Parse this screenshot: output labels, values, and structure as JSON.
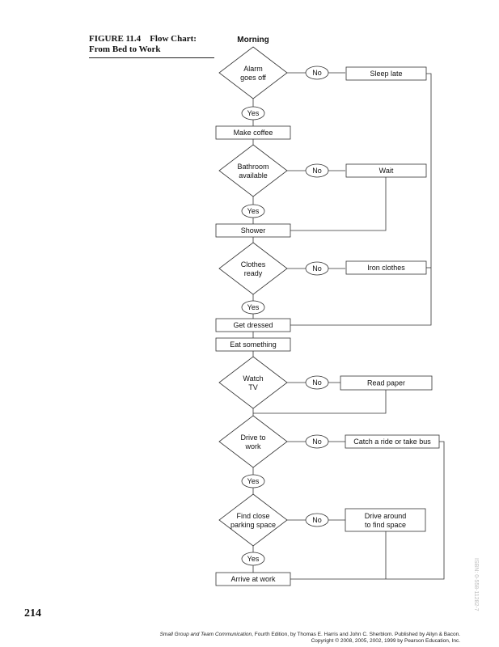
{
  "figure": {
    "label": "FIGURE 11.4",
    "title_line1": "Flow Chart:",
    "title_line2": "From Bed to Work"
  },
  "heading": "Morning",
  "decisions": [
    {
      "id": "alarm",
      "lines": [
        "Alarm",
        "goes off"
      ]
    },
    {
      "id": "bathroom",
      "lines": [
        "Bathroom",
        "available"
      ]
    },
    {
      "id": "clothes",
      "lines": [
        "Clothes",
        "ready"
      ]
    },
    {
      "id": "tv",
      "lines": [
        "Watch",
        "TV"
      ]
    },
    {
      "id": "drive",
      "lines": [
        "Drive to",
        "work"
      ]
    },
    {
      "id": "parking",
      "lines": [
        "Find close",
        "parking space"
      ]
    }
  ],
  "steps": {
    "coffee": "Make coffee",
    "shower": "Shower",
    "dressed": "Get dressed",
    "eat": "Eat something",
    "arrive": "Arrive at work"
  },
  "alternatives": [
    {
      "id": "sleep",
      "lines": [
        "Sleep late"
      ]
    },
    {
      "id": "wait",
      "lines": [
        "Wait"
      ]
    },
    {
      "id": "iron",
      "lines": [
        "Iron clothes"
      ]
    },
    {
      "id": "paper",
      "lines": [
        "Read paper"
      ]
    },
    {
      "id": "ride",
      "lines": [
        "Catch a ride or take bus"
      ]
    },
    {
      "id": "around",
      "lines": [
        "Drive around",
        "to find space"
      ]
    }
  ],
  "yes_label": "Yes",
  "no_label": "No",
  "page_number": "214",
  "footer": {
    "book": "Small Group and Team Communication",
    "rest": ", Fourth Edition, by Thomas E. Harris and John C. Sherblom. Published by Allyn & Bacon.",
    "copyright": "Copyright © 2008, 2005, 2002, 1999 by Pearson Education, Inc."
  },
  "isbn": "ISBN: 0-558-11282-7"
}
